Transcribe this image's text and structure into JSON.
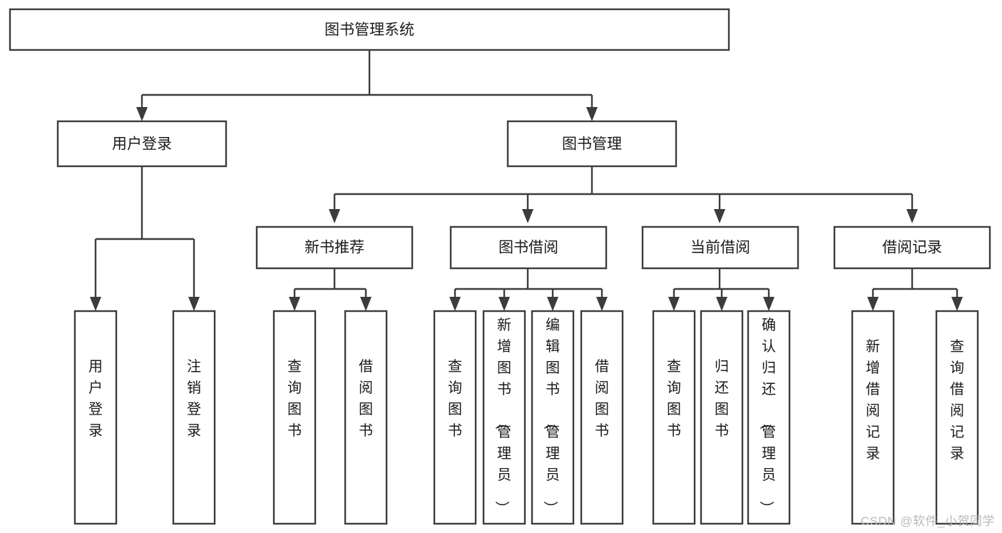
{
  "diagram": {
    "title": "图书管理系统",
    "type": "hierarchy-tree",
    "watermark": "CSDN @软件_小贺同学",
    "colors": {
      "stroke": "#3c3c3c",
      "fill": "#ffffff",
      "text": "#1a1a1a",
      "watermark": "#b9b9b9"
    },
    "levels": {
      "root": {
        "label": "图书管理系统"
      },
      "level2": [
        {
          "label": "用户登录"
        },
        {
          "label": "图书管理"
        }
      ],
      "level3": [
        {
          "label": "新书推荐"
        },
        {
          "label": "图书借阅"
        },
        {
          "label": "当前借阅"
        },
        {
          "label": "借阅记录"
        }
      ]
    },
    "nodes": {
      "root": "图书管理系统",
      "user_login": "用户登录",
      "book_manage": "图书管理",
      "new_book_rec": "新书推荐",
      "book_borrow": "图书借阅",
      "current_borrow": "当前借阅",
      "borrow_record": "借阅记录",
      "leaf_user_login": "用户登录",
      "leaf_logout": "注销登录",
      "leaf_query_book_1": "查询图书",
      "leaf_borrow_book_1": "借阅图书",
      "leaf_query_book_2": "查询图书",
      "leaf_add_book": "新增图书（管理员）",
      "leaf_edit_book": "编辑图书（管理员）",
      "leaf_borrow_book_2": "借阅图书",
      "leaf_query_book_3": "查询图书",
      "leaf_return_book": "归还图书",
      "leaf_confirm_return": "确认归还（管理员）",
      "leaf_add_record": "新增借阅记录",
      "leaf_query_record": "查询借阅记录"
    }
  }
}
